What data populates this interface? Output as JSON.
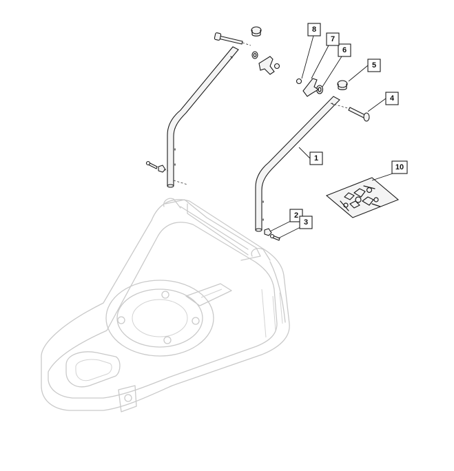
{
  "diagram": {
    "callouts": [
      "1",
      "2",
      "3",
      "4",
      "5",
      "6",
      "7",
      "8",
      "10"
    ]
  }
}
